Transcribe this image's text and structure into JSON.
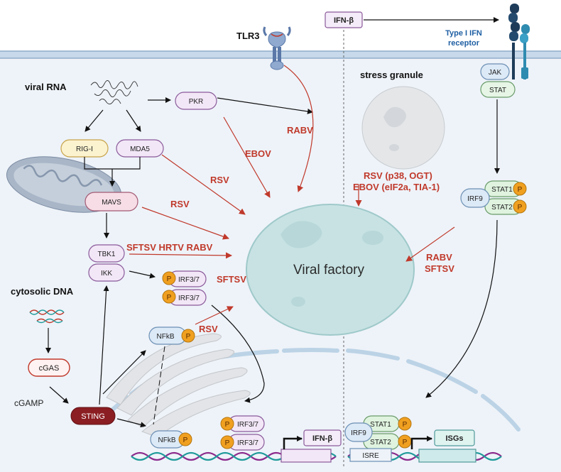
{
  "labels": {
    "tlr3": "TLR3",
    "ifn_beta_top": "IFN-β",
    "type1_ifn_receptor_line1": "Type I IFN",
    "type1_ifn_receptor_line2": "receptor",
    "viral_rna": "viral RNA",
    "stress_granule": "stress granule",
    "cytosolic_dna": "cytosolic DNA",
    "cgamp": "cGAMP",
    "viral_factory": "Viral factory"
  },
  "nodes": {
    "pkr": "PKR",
    "rig_i": "RIG-I",
    "mda5": "MDA5",
    "mavs": "MAVS",
    "tbk1": "TBK1",
    "ikk": "IKK",
    "irf37_a": "IRF3/7",
    "irf37_b": "IRF3/7",
    "nfkb_upper": "NFkB",
    "cgas": "cGAS",
    "sting": "STING",
    "jak": "JAK",
    "stat": "STAT",
    "irf9": "IRF9",
    "stat1": "STAT1",
    "stat2": "STAT2",
    "nfkb_nuc": "NFkB",
    "irf37_nuc_a": "IRF3/7",
    "irf37_nuc_b": "IRF3/7",
    "ifn_beta_gene": "IFN-β",
    "irf9_nuc": "IRF9",
    "stat1_nuc": "STAT1",
    "stat2_nuc": "STAT2",
    "isre": "ISRE",
    "isgs": "ISGs",
    "p": "P"
  },
  "virus_labels": {
    "rabv_top": "RABV",
    "ebov": "EBOV",
    "rsv_1": "RSV",
    "rsv_2": "RSV",
    "sftsv_hrtv_rabv": "SFTSV HRTV RABV",
    "sftsv": "SFTSV",
    "rsv_3": "RSV",
    "rsv_p38_ogt": "RSV (p38, OGT)",
    "ebov_eif2a_tia1": "EBOV (eIF2a, TIA-1)",
    "rabv_right": "RABV",
    "sftsv_right": "SFTSV"
  },
  "colors": {
    "red_arrow": "#c0392b",
    "cell_bg": "#eef3f9",
    "membrane": "#b9cfe3",
    "purple_node": "#f2e7f7",
    "purple_stroke": "#8a5a9a",
    "yellow_node": "#fbf2cf",
    "yellow_stroke": "#c6a34a",
    "pink_node": "#f6dde6",
    "pink_stroke": "#a35a73",
    "sting": "#8b1e22",
    "cgas_stroke": "#c0392b",
    "p_orange": "#f0a020",
    "viral_factory": "#c9e4e4",
    "green_node": "#dff3df",
    "blue_node": "#dce9f6",
    "dna_purple": "#8c2a8c",
    "dna_teal": "#1f9a9a"
  }
}
